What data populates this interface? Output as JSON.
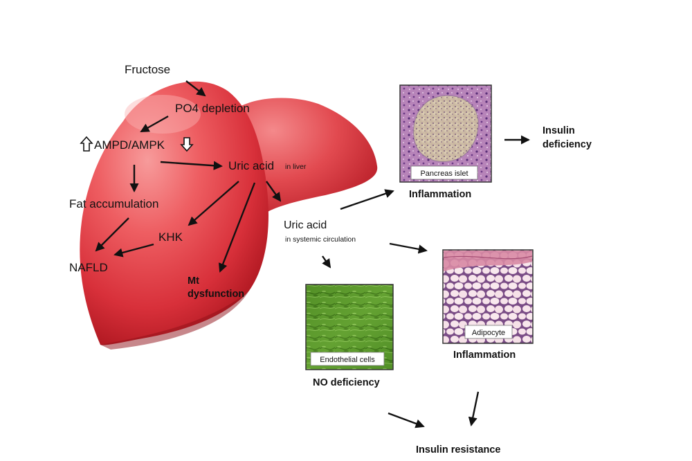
{
  "liver_labels": {
    "fructose": "Fructose",
    "po4_depletion": "PO4 depletion",
    "ampd_ampk": "AMPD/AMPK",
    "uric_acid_liver_main": "Uric acid",
    "uric_acid_liver_sub": "in liver",
    "fat_accumulation": "Fat accumulation",
    "khk": "KHK",
    "nafld": "NAFLD",
    "mt_line1": "Mt",
    "mt_line2": "dysfunction"
  },
  "systemic": {
    "uric_acid_main": "Uric acid",
    "uric_acid_sub": "in systemic circulation"
  },
  "panels": {
    "pancreas_caption": "Pancreas islet",
    "pancreas_effect": "Inflammation",
    "insulin_deficiency_line1": "Insulin",
    "insulin_deficiency_line2": "deficiency",
    "adipocyte_caption": "Adipocyte",
    "adipocyte_effect": "Inflammation",
    "endothelial_caption": "Endothelial cells",
    "endothelial_effect": "NO deficiency",
    "insulin_resistance": "Insulin resistance"
  },
  "colors": {
    "liver_light": "#f37f7f",
    "liver_mid": "#e33a3e",
    "liver_dark": "#b51a22",
    "pancreas_tissue": "#b27fb4",
    "adipose_fat": "#f8e6ec",
    "endothelial_green": "#5f9a2e"
  }
}
